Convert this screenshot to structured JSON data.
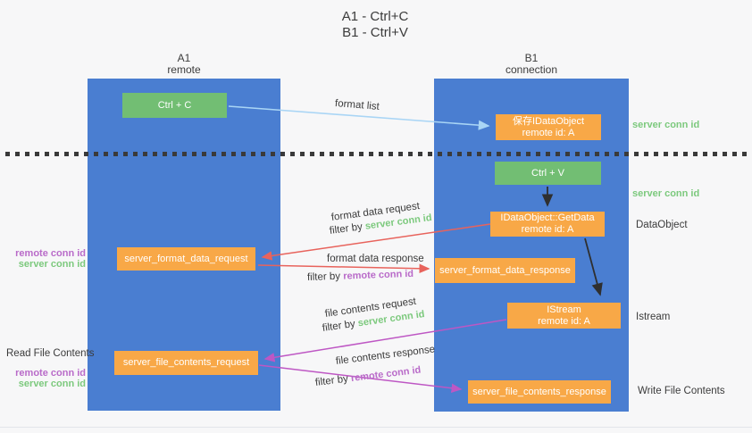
{
  "title": {
    "line1": "A1 - Ctrl+C",
    "line2": "B1 - Ctrl+V"
  },
  "lanes": {
    "left": {
      "name": "A1",
      "role": "remote"
    },
    "right": {
      "name": "B1",
      "role": "connection"
    }
  },
  "nodes": {
    "ctrl_c": {
      "label": "Ctrl + C"
    },
    "save_idataobject": {
      "line1": "保存IDataObject",
      "line2": "remote id: A"
    },
    "ctrl_v": {
      "label": "Ctrl + V"
    },
    "getdata": {
      "line1": "IDataObject::GetData",
      "line2": "remote id: A"
    },
    "server_format_data_request": {
      "label": "server_format_data_request"
    },
    "server_format_data_response": {
      "label": "server_format_data_response"
    },
    "istream": {
      "line1": "IStream",
      "line2": "remote id: A"
    },
    "server_file_contents_request": {
      "label": "server_file_contents_request"
    },
    "server_file_contents_response": {
      "label": "server_file_contents_response"
    }
  },
  "side_labels": {
    "server_conn_id_top": "server conn id",
    "server_conn_id_mid": "server conn id",
    "dataobject": "DataObject",
    "istream": "Istream",
    "write_file_contents": "Write File Contents",
    "read_file_contents": "Read File Contents",
    "pair1_remote": "remote conn id",
    "pair1_server": "server conn id",
    "pair2_remote": "remote conn id",
    "pair2_server": "server conn id"
  },
  "arrow_labels": {
    "format_list": "format list",
    "format_data_request": "format data request",
    "format_data_response": "format data response",
    "file_contents_request": "file contents request",
    "file_contents_response": "file contents response",
    "filter_by_1": "filter by ",
    "filter_by_2": "filter by ",
    "filter_by_3": "filter by ",
    "filter_by_4": "filter by ",
    "server_conn_id_1": "server conn id",
    "server_conn_id_2": "server conn id",
    "remote_conn_id_1": "remote conn id",
    "remote_conn_id_2": "remote conn id"
  },
  "colors": {
    "lane_blue": "#4a7ed1",
    "box_orange": "#f8a847",
    "box_green": "#72be73",
    "arrow_red": "#e8635c",
    "arrow_magenta": "#be57c4",
    "arrow_light_blue": "#a9d5f5",
    "label_green": "#7cc97d",
    "label_purple": "#b96bc9",
    "text_dark": "#3b3b3b"
  }
}
